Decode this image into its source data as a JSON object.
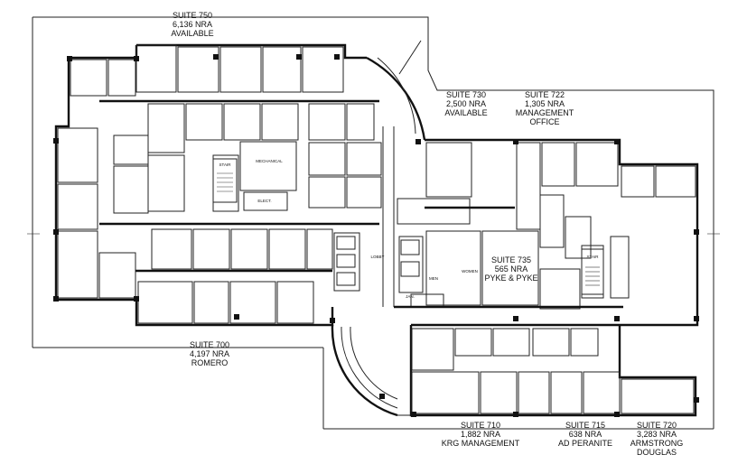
{
  "suites": {
    "s750": {
      "l1": "SUITE 750",
      "l2": "6,136 NRA",
      "l3": "AVAILABLE"
    },
    "s730": {
      "l1": "SUITE 730",
      "l2": "2,500 NRA",
      "l3": "AVAILABLE"
    },
    "s722": {
      "l1": "SUITE 722",
      "l2": "1,305 NRA",
      "l3": "MANAGEMENT",
      "l4": "OFFICE"
    },
    "s735": {
      "l1": "SUITE 735",
      "l2": "565 NRA",
      "l3": "PYKE & PYKE"
    },
    "s700": {
      "l1": "SUITE 700",
      "l2": "4,197 NRA",
      "l3": "ROMERO"
    },
    "s710": {
      "l1": "SUITE 710",
      "l2": "1,882 NRA",
      "l3": "KRG MANAGEMENT"
    },
    "s715": {
      "l1": "SUITE 715",
      "l2": "638 NRA",
      "l3": "AD PERANITE"
    },
    "s720": {
      "l1": "SUITE 720",
      "l2": "3,283 NRA",
      "l3": "ARMSTRONG",
      "l4": "DOUGLAS"
    }
  },
  "rooms": {
    "mechanical": "MECHANICAL",
    "elect": "ELECT.",
    "stair_west": "STAIR",
    "stair_east": "STAIR",
    "lobby": "LOBBY",
    "men": "MEN",
    "women": "WOMEN",
    "jan": "JAN."
  }
}
